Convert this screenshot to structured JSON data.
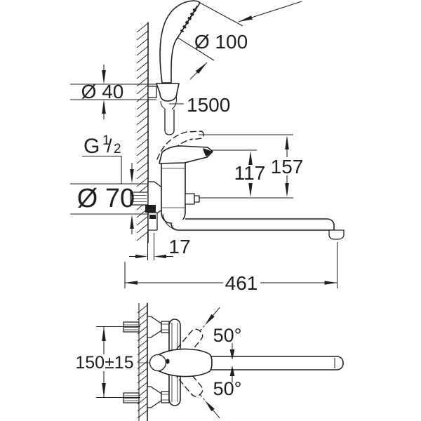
{
  "colors": {
    "ink": "#1f1f1f",
    "paper": "#ffffff"
  },
  "labels": {
    "shower_head_diameter": "Ø 100",
    "holder_diameter": "Ø 40",
    "hose_length": "1500",
    "thread_g": "G",
    "thread_numerator": "1",
    "thread_slash": "/",
    "thread_denominator": "2",
    "escutcheon_diameter": "Ø 70",
    "height_to_handle": "117",
    "height_to_raised_handle": "157",
    "wall_offset": "17",
    "spout_reach": "461",
    "connection_distance": "150±15",
    "swivel_angle_up": "50°",
    "swivel_angle_down": "50°"
  }
}
